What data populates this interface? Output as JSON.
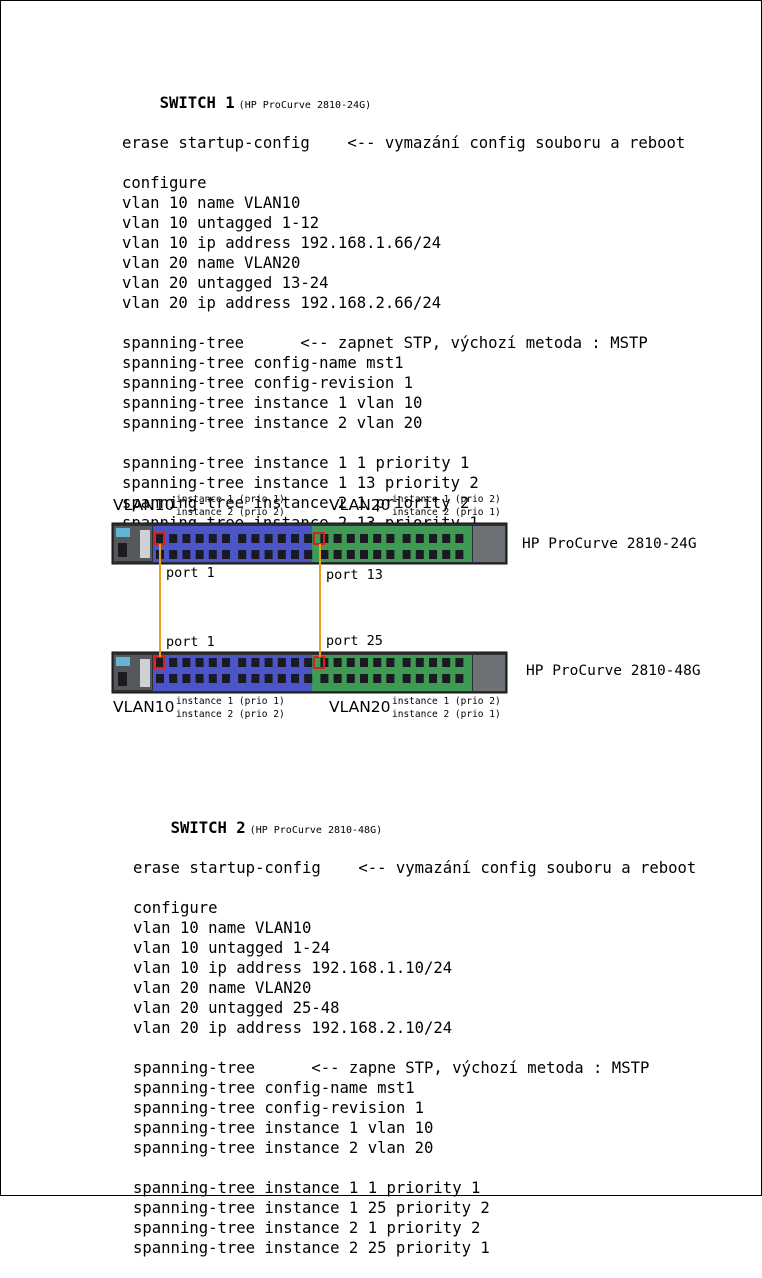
{
  "switch1": {
    "title": "SWITCH 1",
    "model": "(HP ProCurve 2810-24G)",
    "lines": [
      "erase startup-config    <-- vymazání config souboru a reboot",
      "",
      "configure",
      "vlan 10 name VLAN10",
      "vlan 10 untagged 1-12",
      "vlan 10 ip address 192.168.1.66/24",
      "vlan 20 name VLAN20",
      "vlan 20 untagged 13-24",
      "vlan 20 ip address 192.168.2.66/24",
      "",
      "spanning-tree      <-- zapnet STP, výchozí metoda : MSTP",
      "spanning-tree config-name mst1",
      "spanning-tree config-revision 1",
      "spanning-tree instance 1 vlan 10",
      "spanning-tree instance 2 vlan 20",
      "",
      "spanning-tree instance 1 1 priority 1",
      "spanning-tree instance 1 13 priority 2",
      "spanning-tree instance 2 1 priority 2",
      "spanning-tree instance 2 13 priority 1"
    ]
  },
  "diagram": {
    "top_switch": {
      "name": "HP ProCurve 2810-24G",
      "vlan_left": "VLAN10",
      "vlan_left_inst1": "instance 1 (prio 1)",
      "vlan_left_inst2": "instance 2 (prio 2)",
      "vlan_right": "VLAN20",
      "vlan_right_inst1": "instance 1 (prio 2)",
      "vlan_right_inst2": "instance 2 (prio 1)",
      "port_left": "port 1",
      "port_right": "port 13"
    },
    "bottom_switch": {
      "name": "HP ProCurve 2810-48G",
      "vlan_left": "VLAN10",
      "vlan_left_inst1": "instance 1 (prio 1)",
      "vlan_left_inst2": "instance 2 (prio 2)",
      "vlan_right": "VLAN20",
      "vlan_right_inst1": "instance 1 (prio 2)",
      "vlan_right_inst2": "instance 2 (prio 1)",
      "port_left": "port 1",
      "port_right": "port 25"
    },
    "colors": {
      "vlan10": "#4b55c8",
      "vlan20": "#3f9a56",
      "link": "#e8a21a",
      "port_marker": "#d81e1e"
    }
  },
  "switch2": {
    "title": "SWITCH 2",
    "model": "(HP ProCurve 2810-48G)",
    "lines": [
      "erase startup-config    <-- vymazání config souboru a reboot",
      "",
      "configure",
      "vlan 10 name VLAN10",
      "vlan 10 untagged 1-24",
      "vlan 10 ip address 192.168.1.10/24",
      "vlan 20 name VLAN20",
      "vlan 20 untagged 25-48",
      "vlan 20 ip address 192.168.2.10/24",
      "",
      "spanning-tree      <-- zapne STP, výchozí metoda : MSTP",
      "spanning-tree config-name mst1",
      "spanning-tree config-revision 1",
      "spanning-tree instance 1 vlan 10",
      "spanning-tree instance 2 vlan 20",
      "",
      "spanning-tree instance 1 1 priority 1",
      "spanning-tree instance 1 25 priority 2",
      "spanning-tree instance 2 1 priority 2",
      "spanning-tree instance 2 25 priority 1"
    ]
  }
}
